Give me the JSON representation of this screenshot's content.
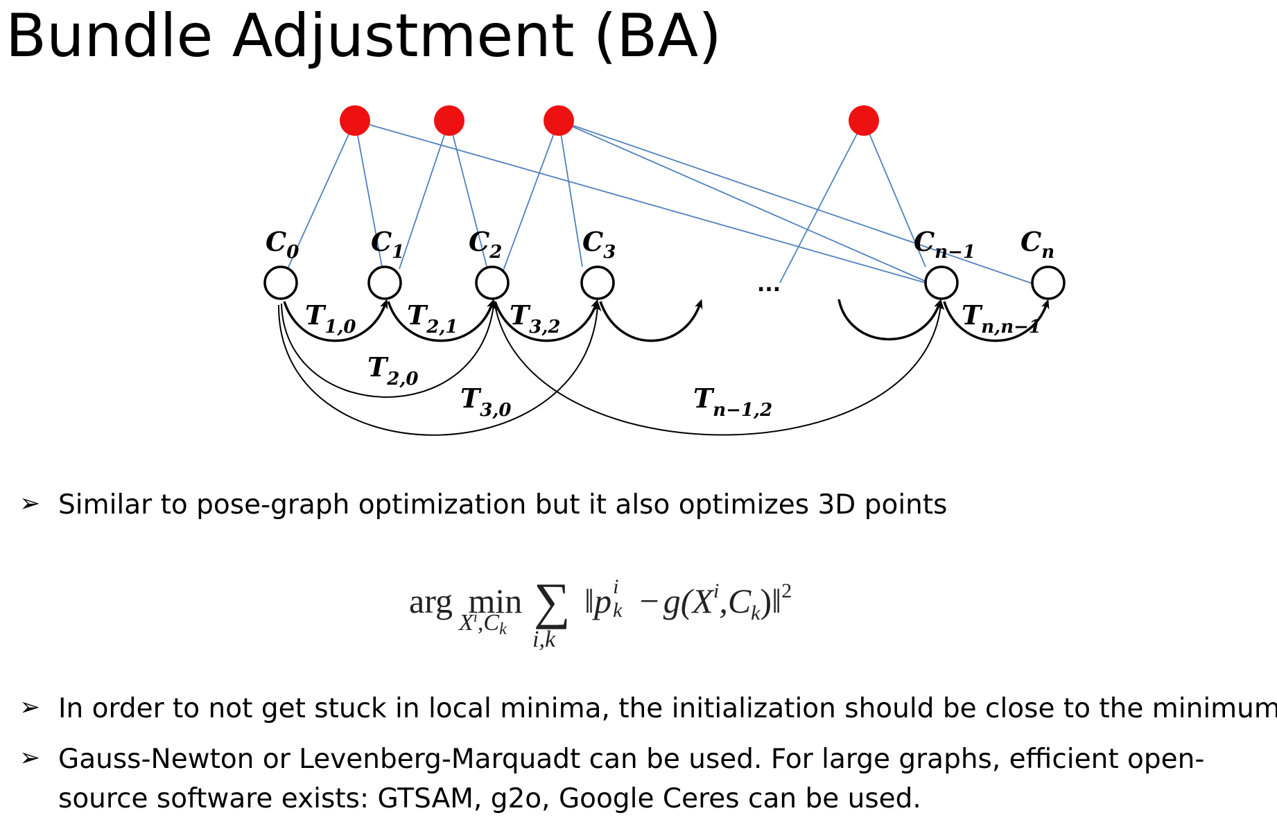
{
  "title": "Bundle Adjustment (BA)",
  "diagram": {
    "point_color": "#ee1111",
    "line_color": "#4f81bd",
    "cameras": [
      {
        "label": "C",
        "sub": "0"
      },
      {
        "label": "C",
        "sub": "1"
      },
      {
        "label": "C",
        "sub": "2"
      },
      {
        "label": "C",
        "sub": "3"
      },
      {
        "label": "C",
        "sub": "n−1"
      },
      {
        "label": "C",
        "sub": "n"
      }
    ],
    "ellipsis": "...",
    "transforms": [
      {
        "label": "T",
        "sub": "1,0"
      },
      {
        "label": "T",
        "sub": "2,1"
      },
      {
        "label": "T",
        "sub": "3,2"
      },
      {
        "label": "T",
        "sub": "n,n−1"
      },
      {
        "label": "T",
        "sub": "2,0"
      },
      {
        "label": "T",
        "sub": "3,0"
      },
      {
        "label": "T",
        "sub": "n−1,2"
      }
    ]
  },
  "bullets": [
    {
      "mark": "➢",
      "text": "Similar to pose-graph optimization but it also optimizes 3D points"
    },
    {
      "mark": "➢",
      "text": "In order to not get stuck in local minima, the initialization should be close to the minimum"
    },
    {
      "mark": "➢",
      "text_line1": "Gauss-Newton or Levenberg-Marquadt can be used. For large graphs, efficient open-",
      "text_line2": "source software exists: GTSAM, g2o, Google Ceres can be used."
    }
  ],
  "formula": {
    "arg": "arg",
    "min": "min",
    "min_sub": "X",
    "min_sub_sup": "i",
    "min_sub_rest": ",C",
    "min_sub_k": "k",
    "sum_sub": "i,k",
    "body_open": "‖",
    "p": "p",
    "p_sup": "i",
    "p_sub": "k",
    "minus": "−",
    "g": "g(X",
    "g_sup": "i",
    "g_mid": ",C",
    "g_sub": "k",
    "close": ")‖",
    "square": "2"
  }
}
